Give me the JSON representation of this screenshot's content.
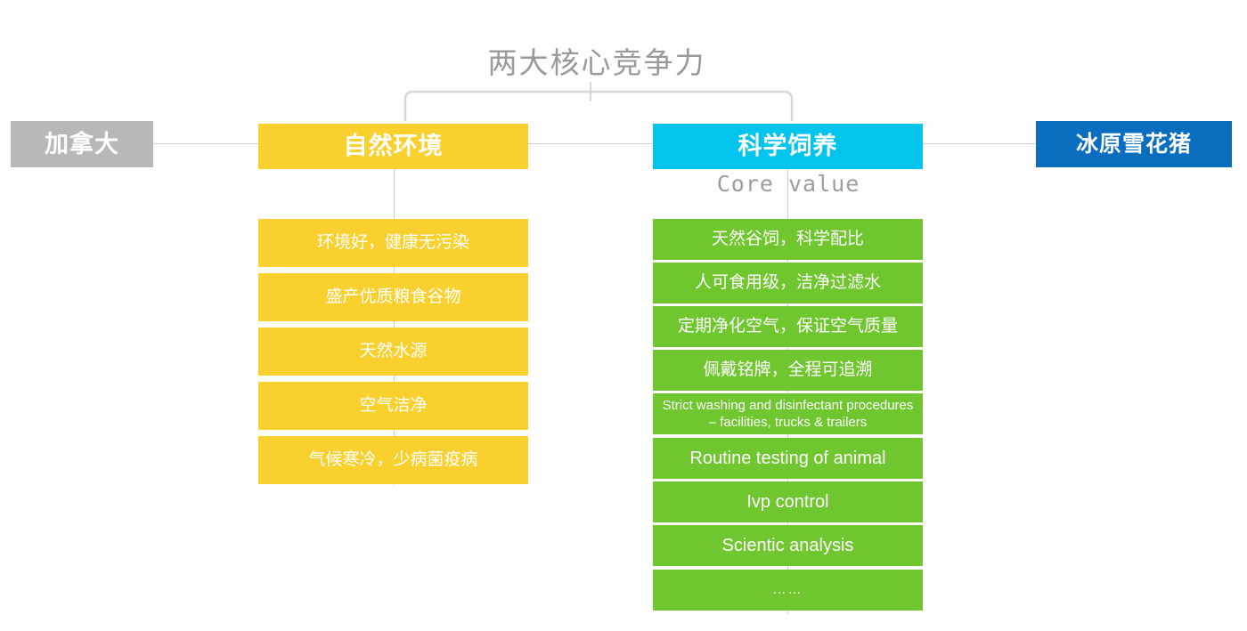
{
  "diagram": {
    "title": "两大核心竞争力",
    "subtitle_en": "Core value",
    "colors": {
      "gray": "#b8b8b8",
      "yellow": "#fad02e",
      "cyan": "#03c4ec",
      "green": "#6fc62f",
      "blue": "#0a6dc0",
      "line": "#cfcfcf",
      "title_text": "#9a9a9a"
    },
    "origin": {
      "label": "加拿大"
    },
    "result": {
      "label": "冰原雪花猪"
    },
    "pillars": [
      {
        "id": "natural-environment",
        "header": "自然环境",
        "color": "#fad02e",
        "items": [
          {
            "text": "环境好，健康无污染",
            "style": "cn"
          },
          {
            "text": "盛产优质粮食谷物",
            "style": "cn"
          },
          {
            "text": "天然水源",
            "style": "cn"
          },
          {
            "text": "空气洁净",
            "style": "cn"
          },
          {
            "text": "气候寒冷，少病菌疫病",
            "style": "cn"
          }
        ]
      },
      {
        "id": "scientific-breeding",
        "header": "科学饲养",
        "color": "#03c4ec",
        "items": [
          {
            "text": "天然谷饲，科学配比",
            "style": "cn"
          },
          {
            "text": "人可食用级，洁净过滤水",
            "style": "cn"
          },
          {
            "text": "定期净化空气，保证空气质量",
            "style": "cn"
          },
          {
            "text": "佩戴铭牌，全程可追溯",
            "style": "cn"
          },
          {
            "text": "Strict washing and disinfectant procedures – facilities, trucks & trailers",
            "style": "small"
          },
          {
            "text": "Routine testing of animal",
            "style": "en"
          },
          {
            "text": "Ivp control",
            "style": "en"
          },
          {
            "text": "Scientic analysis",
            "style": "en"
          },
          {
            "text": "……",
            "style": "dots"
          }
        ]
      }
    ]
  }
}
